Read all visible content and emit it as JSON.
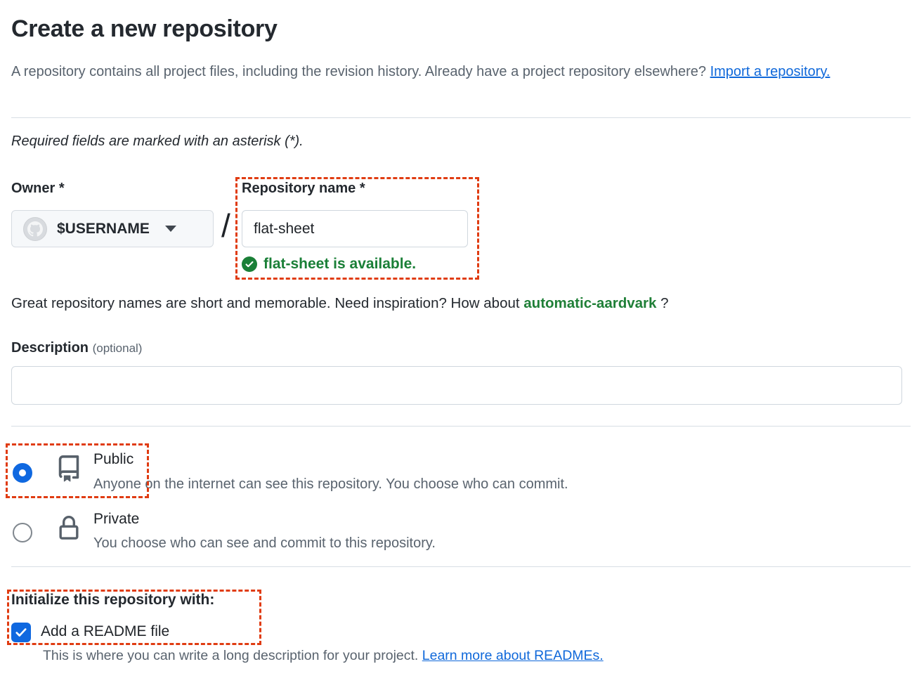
{
  "page": {
    "title": "Create a new repository",
    "intro_text": "A repository contains all project files, including the revision history. Already have a project repository elsewhere? ",
    "intro_link": "Import a repository.",
    "required_note": "Required fields are marked with an asterisk (*)."
  },
  "owner": {
    "label": "Owner",
    "required_mark": "*",
    "value": "$USERNAME",
    "separator": "/"
  },
  "repo_name": {
    "label": "Repository name",
    "required_mark": "*",
    "value": "flat-sheet",
    "availability_message": "flat-sheet is available."
  },
  "name_hint": {
    "text": "Great repository names are short and memorable. Need inspiration? How about ",
    "suggestion": "automatic-aardvark",
    "suffix": " ?"
  },
  "description": {
    "label": "Description",
    "optional_label": "(optional)",
    "value": ""
  },
  "visibility": {
    "public": {
      "label": "Public",
      "description": "Anyone on the internet can see this repository. You choose who can commit.",
      "selected": true
    },
    "private": {
      "label": "Private",
      "description": "You choose who can see and commit to this repository.",
      "selected": false
    }
  },
  "initialize": {
    "heading": "Initialize this repository with:",
    "readme_label": "Add a README file",
    "readme_checked": true,
    "readme_help_text": "This is where you can write a long description for your project. ",
    "readme_help_link": "Learn more about READMEs."
  },
  "icons": {
    "avatar": "octocat-mark",
    "owner_dropdown": "caret-down",
    "availability": "check-circle-fill",
    "public": "repo-book",
    "private": "lock",
    "readme": "checkmark"
  },
  "colors": {
    "accent_blue": "#0f68e0",
    "success_green": "#1a7f37",
    "link_blue": "#0f68da",
    "annotation_red": "#e03c12",
    "muted_text": "#59636e",
    "border": "#d0d7de"
  }
}
